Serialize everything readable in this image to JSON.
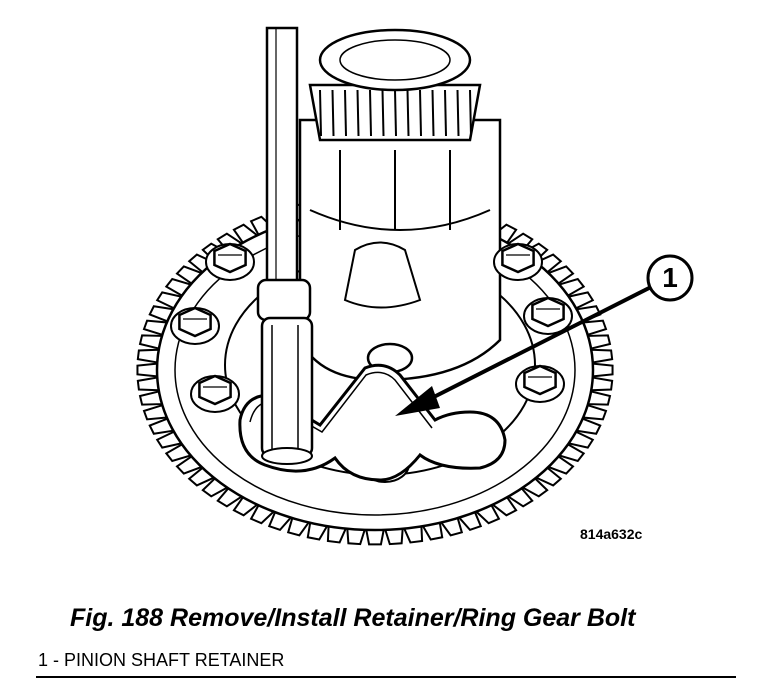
{
  "figure": {
    "caption": "Fig. 188 Remove/Install Retainer/Ring Gear Bolt",
    "image_code": "814a632c",
    "callout_number": "1",
    "legend_item": "1 - PINION SHAFT RETAINER"
  },
  "colors": {
    "ink": "#000000",
    "paper": "#ffffff"
  }
}
